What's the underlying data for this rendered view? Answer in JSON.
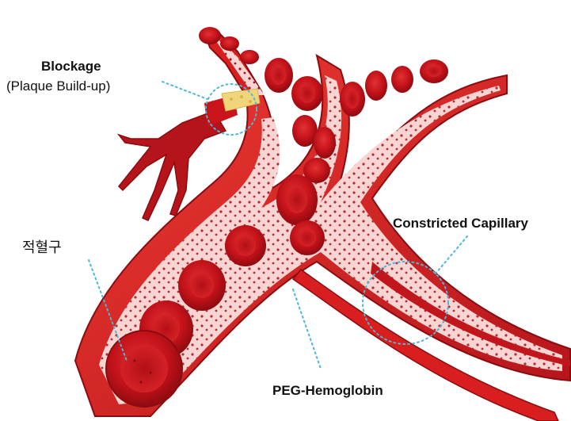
{
  "labels": {
    "blockage": "Blockage",
    "plaque": "(Plaque Build-up)",
    "constricted": "Constricted Capillary",
    "rbc": "적혈구",
    "peg": "PEG-Hemoglobin"
  },
  "colors": {
    "vessel_wall": "#d81e1e",
    "vessel_wall_dark": "#9c0f12",
    "vessel_inner": "#f8d4d2",
    "rbc": "#c8141a",
    "rbc_light": "#e53a3a",
    "plaque": "#f1d57a",
    "dot": "#a61016",
    "callout": "#4fb6d6"
  },
  "icons": {
    "red-blood-cell": "red-blood-cell-icon",
    "plaque": "plaque-icon"
  }
}
